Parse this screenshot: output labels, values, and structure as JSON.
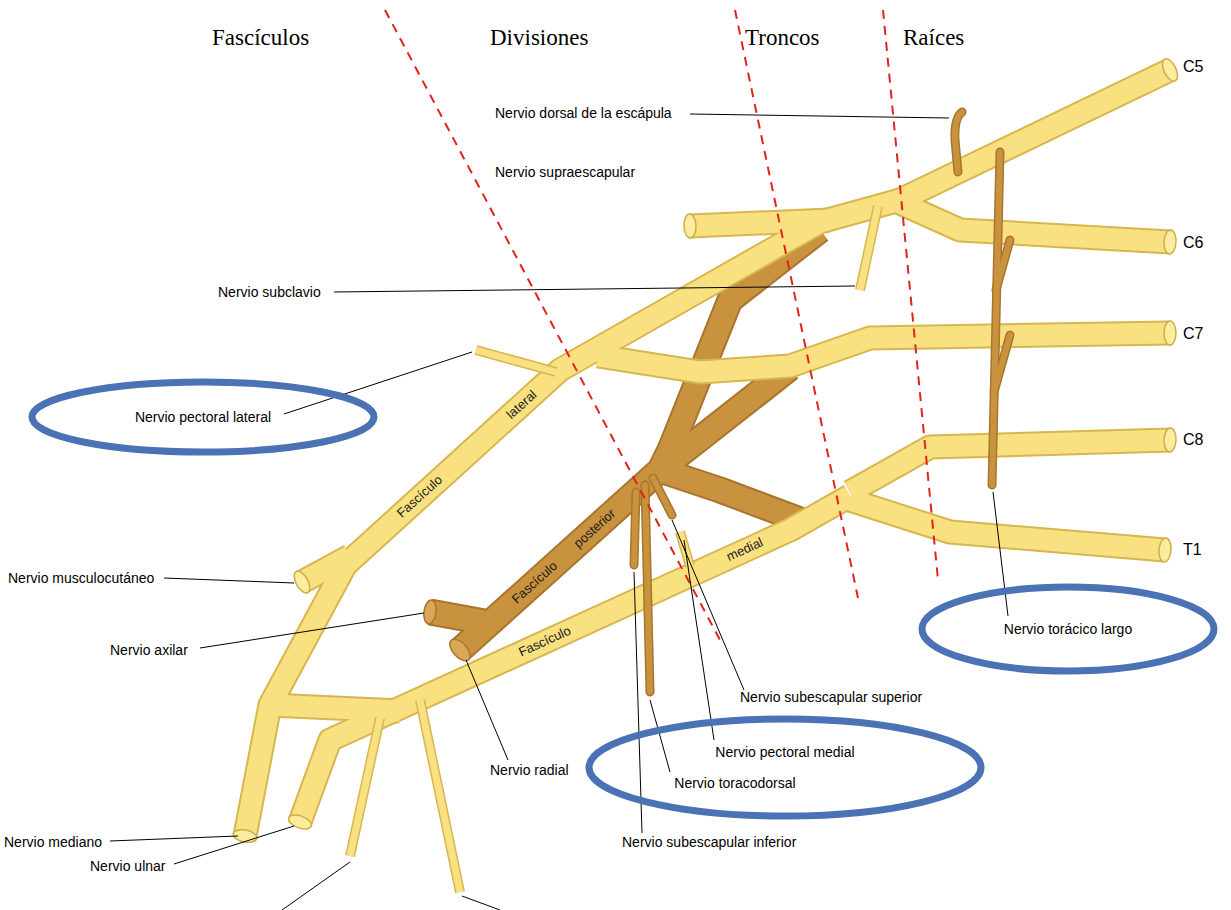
{
  "diagram": {
    "nodes": [
      {
        "text": [
          "Nervio pectoral lateral"
        ]
      },
      {
        "text": [
          "Nervio torácico largo"
        ]
      },
      {
        "text": [
          "Nervio pectoral medial",
          "Nervio toracodorsal"
        ]
      }
    ],
    "labels": [
      "Fascículos",
      "Divisiones",
      "Troncos",
      "Raíces",
      "C5",
      "C6",
      "C7",
      "C8",
      "T1",
      "Nervio dorsal de la escápula",
      "Nervio supraescapular",
      "Nervio subclavio",
      "Nervio musculocutáneo",
      "Nervio axilar",
      "Nervio subescapular superior",
      "Nervio subescapular inferior",
      "Nervio mediano",
      "Nervio ulnar",
      "Nervio radial",
      "Fascículo",
      "lateral",
      "Fascículo",
      "posterior",
      "Fascículo",
      "medial"
    ]
  }
}
